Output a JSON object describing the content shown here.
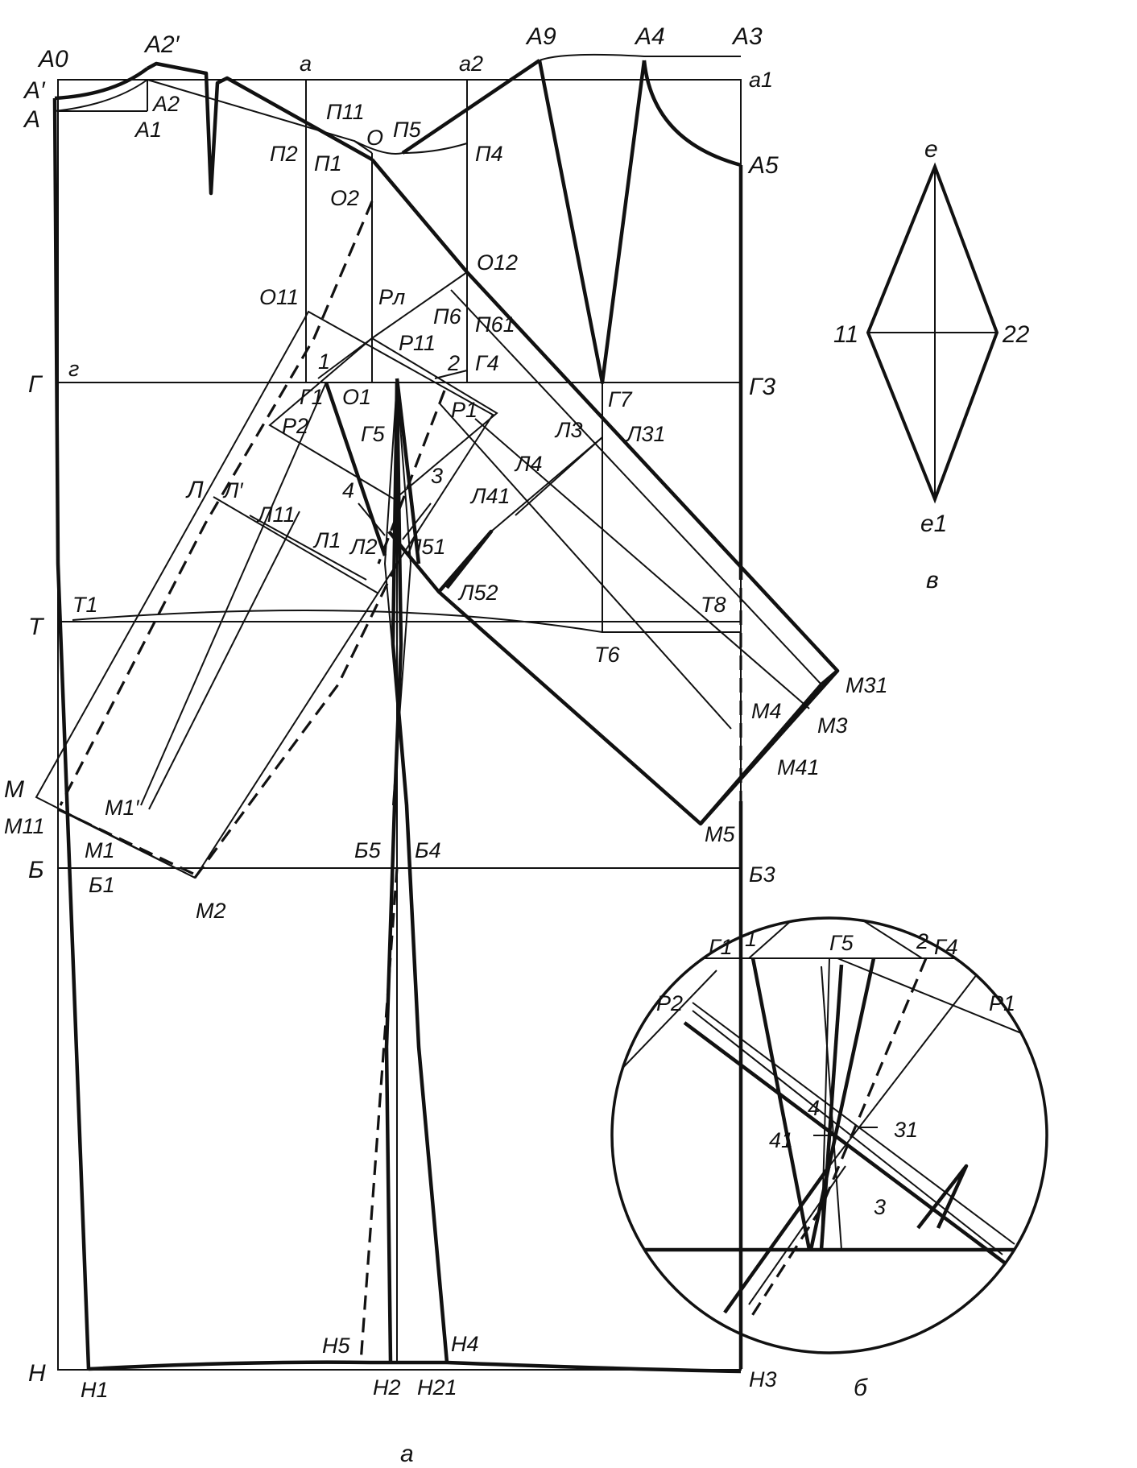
{
  "main_labels": {
    "A0": "A0",
    "A2p": "A2′",
    "Ap": "A′",
    "A": "A",
    "A2": "A2",
    "A1": "A1",
    "a": "a",
    "a2": "a2",
    "A9": "A9",
    "A4": "A4",
    "A3": "A3",
    "a1": "a1",
    "A5": "A5",
    "P11": "П11",
    "O": "O",
    "P5": "П5",
    "P4": "П4",
    "P2": "П2",
    "P1": "П1",
    "O2": "O2",
    "O12": "O12",
    "O11": "O11",
    "Rl": "Pл",
    "P6": "П6",
    "P61": "П61",
    "g": "г",
    "G": "Г",
    "one": "1",
    "R11": "P11",
    "two": "2",
    "G4": "Г4",
    "G3": "Г3",
    "G1": "Г1",
    "O1": "O1",
    "R1": "P1",
    "G7": "Г7",
    "R2": "P2",
    "G5": "Г5",
    "L3": "Л3",
    "L31": "Л31",
    "L4": "Л4",
    "four": "4",
    "three": "3",
    "L41": "Л41",
    "L": "Л",
    "Lp": "Л′",
    "L11": "Л11",
    "L1": "Л1",
    "L2": "Л2",
    "L51": "Л51",
    "L52": "Л52",
    "T1": "T1",
    "T": "T",
    "T8": "T8",
    "T6": "T6",
    "M31": "M31",
    "M4": "M4",
    "M3": "M3",
    "M41": "M41",
    "M": "M",
    "M11": "M11",
    "M1p": "M1′",
    "M1": "M1",
    "B": "Б",
    "B1": "Б1",
    "M2": "M2",
    "B5": "Б5",
    "B4": "Б4",
    "M5": "M5",
    "B3": "Б3",
    "H5": "H5",
    "H4": "H4",
    "H": "H",
    "H1": "H1",
    "H2": "H2",
    "H21": "H21",
    "H3": "H3"
  },
  "inset_labels": {
    "G1": "Г1",
    "one": "1",
    "G5": "Г5",
    "two": "2",
    "G4": "Г4",
    "R2": "P2",
    "R1": "P1",
    "four": "4",
    "forty_one": "41",
    "thirty_one": "31",
    "three": "3"
  },
  "rhombus_labels": {
    "e": "e",
    "e1": "e1",
    "eleven": "11",
    "twenty_two": "22"
  },
  "captions": {
    "main": "а",
    "inset": "б",
    "rhombus": "в"
  }
}
